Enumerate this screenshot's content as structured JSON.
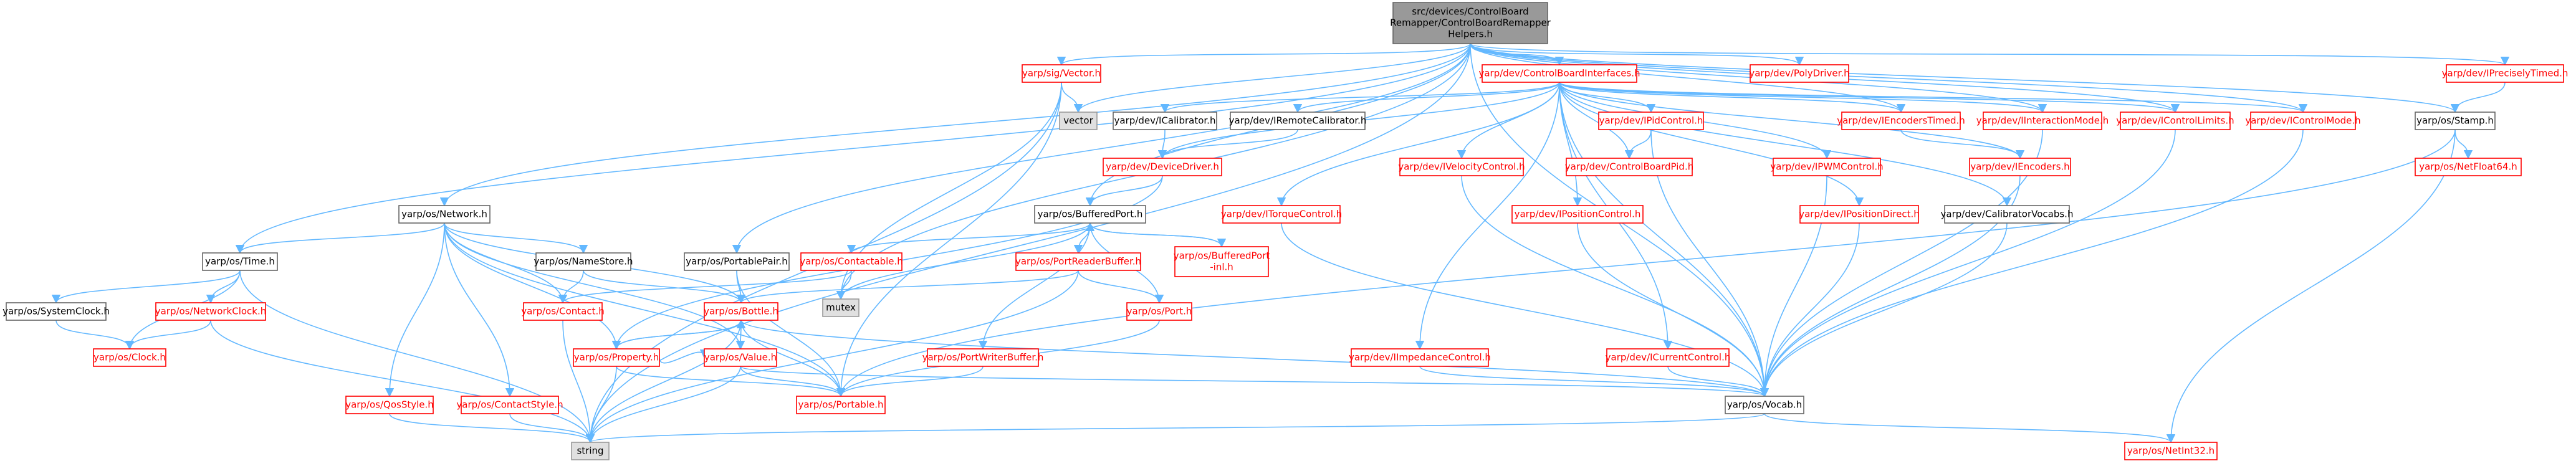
{
  "diagram": {
    "colors": {
      "edge": "#63b8ff",
      "edge_dark": "#9a32cd",
      "root_fill": "#999999",
      "root_border": "#666666",
      "red_border": "#ff0000",
      "gray_border": "#666666",
      "system_fill": "#e0e0e0",
      "text_red": "#ff0000",
      "text_default": "#000000"
    },
    "nodes": [
      {
        "id": "root",
        "label": "src/devices/controlBoardRemapper/ControlBoardRemapperHelpers.h",
        "lines": [
          "src/devices/ControlBoard",
          "Remapper/ControlBoardRemapper",
          "Helpers.h"
        ],
        "kind": "root"
      },
      {
        "id": "sig_vector",
        "label": "yarp/sig/Vector.h",
        "kind": "red"
      },
      {
        "id": "vector",
        "label": "vector",
        "kind": "system"
      },
      {
        "id": "cbi",
        "label": "yarp/dev/ControlBoardInterfaces.h",
        "kind": "red"
      },
      {
        "id": "polydriver",
        "label": "yarp/dev/PolyDriver.h",
        "kind": "red"
      },
      {
        "id": "iprecisely",
        "label": "yarp/dev/IPreciselyTimed.h",
        "kind": "red"
      },
      {
        "id": "icalibrator",
        "label": "yarp/dev/ICalibrator.h",
        "kind": "gray"
      },
      {
        "id": "iremotecal",
        "label": "yarp/dev/IRemoteCalibrator.h",
        "kind": "gray"
      },
      {
        "id": "iencoderstimed",
        "label": "yarp/dev/IEncodersTimed.h",
        "kind": "red"
      },
      {
        "id": "iinteraction",
        "label": "yarp/dev/IInteractionMode.h",
        "kind": "red"
      },
      {
        "id": "icontrollimits",
        "label": "yarp/dev/IControlLimits.h",
        "kind": "red"
      },
      {
        "id": "icontrolmode",
        "label": "yarp/dev/IControlMode.h",
        "kind": "red"
      },
      {
        "id": "stamp",
        "label": "yarp/os/Stamp.h",
        "kind": "gray"
      },
      {
        "id": "ipidcontrol",
        "label": "yarp/dev/IPidControl.h",
        "kind": "red"
      },
      {
        "id": "devicedriver",
        "label": "yarp/dev/DeviceDriver.h",
        "kind": "red"
      },
      {
        "id": "ivelocity",
        "label": "yarp/dev/IVelocityControl.h",
        "kind": "red"
      },
      {
        "id": "cbpid",
        "label": "yarp/dev/ControlBoardPid.h",
        "kind": "red"
      },
      {
        "id": "ipwm",
        "label": "yarp/dev/IPWMControl.h",
        "kind": "red"
      },
      {
        "id": "iencoders",
        "label": "yarp/dev/IEncoders.h",
        "kind": "red"
      },
      {
        "id": "netfloat64",
        "label": "yarp/os/NetFloat64.h",
        "kind": "red"
      },
      {
        "id": "network",
        "label": "yarp/os/Network.h",
        "kind": "gray"
      },
      {
        "id": "bufferedport",
        "label": "yarp/os/BufferedPort.h",
        "kind": "gray"
      },
      {
        "id": "itorque",
        "label": "yarp/dev/ITorqueControl.h",
        "kind": "red"
      },
      {
        "id": "ipositioncontrol",
        "label": "yarp/dev/IPositionControl.h",
        "kind": "red"
      },
      {
        "id": "ipositiondirect",
        "label": "yarp/dev/IPositionDirect.h",
        "kind": "red"
      },
      {
        "id": "calibratorvocabs",
        "label": "yarp/dev/CalibratorVocabs.h",
        "kind": "gray"
      },
      {
        "id": "time",
        "label": "yarp/os/Time.h",
        "kind": "gray"
      },
      {
        "id": "namestore",
        "label": "yarp/os/NameStore.h",
        "kind": "gray"
      },
      {
        "id": "portablepair",
        "label": "yarp/os/PortablePair.h",
        "kind": "gray"
      },
      {
        "id": "contactable",
        "label": "yarp/os/Contactable.h",
        "kind": "red"
      },
      {
        "id": "portreaderbuffer",
        "label": "yarp/os/PortReaderBuffer.h",
        "kind": "red"
      },
      {
        "id": "bufferedportinl",
        "label": "yarp/os/BufferedPort-inl.h",
        "lines": [
          "yarp/os/BufferedPort",
          "-inl.h"
        ],
        "kind": "red"
      },
      {
        "id": "mutex",
        "label": "mutex",
        "kind": "system"
      },
      {
        "id": "systemclock",
        "label": "yarp/os/SystemClock.h",
        "kind": "gray"
      },
      {
        "id": "networkclock",
        "label": "yarp/os/NetworkClock.h",
        "kind": "red"
      },
      {
        "id": "contact",
        "label": "yarp/os/Contact.h",
        "kind": "red"
      },
      {
        "id": "bottle",
        "label": "yarp/os/Bottle.h",
        "kind": "red"
      },
      {
        "id": "port",
        "label": "yarp/os/Port.h",
        "kind": "red"
      },
      {
        "id": "clock",
        "label": "yarp/os/Clock.h",
        "kind": "red"
      },
      {
        "id": "property",
        "label": "yarp/os/Property.h",
        "kind": "red"
      },
      {
        "id": "value",
        "label": "yarp/os/Value.h",
        "kind": "red"
      },
      {
        "id": "portwriterbuffer",
        "label": "yarp/os/PortWriterBuffer.h",
        "kind": "red"
      },
      {
        "id": "iimpedance",
        "label": "yarp/dev/IImpedanceControl.h",
        "kind": "red"
      },
      {
        "id": "icurrent",
        "label": "yarp/dev/ICurrentControl.h",
        "kind": "red"
      },
      {
        "id": "qosstyle",
        "label": "yarp/os/QosStyle.h",
        "kind": "red"
      },
      {
        "id": "contactstyle",
        "label": "yarp/os/ContactStyle.h",
        "kind": "red"
      },
      {
        "id": "portable",
        "label": "yarp/os/Portable.h",
        "kind": "red"
      },
      {
        "id": "vocab",
        "label": "yarp/os/Vocab.h",
        "kind": "gray"
      },
      {
        "id": "string",
        "label": "string",
        "kind": "system"
      },
      {
        "id": "netint32",
        "label": "yarp/os/NetInt32.h",
        "kind": "red"
      }
    ],
    "edges": [
      [
        "root",
        "sig_vector"
      ],
      [
        "root",
        "vector"
      ],
      [
        "root",
        "cbi"
      ],
      [
        "root",
        "polydriver"
      ],
      [
        "root",
        "iprecisely"
      ],
      [
        "root",
        "network"
      ],
      [
        "root",
        "time"
      ],
      [
        "root",
        "string"
      ],
      [
        "root",
        "mutex"
      ],
      [
        "root",
        "bufferedport"
      ],
      [
        "root",
        "portablepair"
      ],
      [
        "root",
        "vocab"
      ],
      [
        "root",
        "stamp"
      ],
      [
        "root",
        "iencoderstimed"
      ],
      [
        "root",
        "iinteraction"
      ],
      [
        "root",
        "icontrollimits"
      ],
      [
        "root",
        "icontrolmode"
      ],
      [
        "sig_vector",
        "vector"
      ],
      [
        "sig_vector",
        "portable"
      ],
      [
        "sig_vector",
        "string"
      ],
      [
        "sig_vector",
        "mutex"
      ],
      [
        "cbi",
        "icalibrator"
      ],
      [
        "cbi",
        "iremotecal"
      ],
      [
        "cbi",
        "iencoderstimed"
      ],
      [
        "cbi",
        "iinteraction"
      ],
      [
        "cbi",
        "icontrollimits"
      ],
      [
        "cbi",
        "icontrolmode"
      ],
      [
        "cbi",
        "ipidcontrol"
      ],
      [
        "cbi",
        "ivelocity"
      ],
      [
        "cbi",
        "cbpid"
      ],
      [
        "cbi",
        "ipwm"
      ],
      [
        "cbi",
        "iencoders"
      ],
      [
        "cbi",
        "itorque"
      ],
      [
        "cbi",
        "ipositioncontrol"
      ],
      [
        "cbi",
        "ipositiondirect"
      ],
      [
        "cbi",
        "calibratorvocabs"
      ],
      [
        "cbi",
        "iimpedance"
      ],
      [
        "cbi",
        "icurrent"
      ],
      [
        "cbi",
        "devicedriver"
      ],
      [
        "cbi",
        "vocab"
      ],
      [
        "iprecisely",
        "stamp"
      ],
      [
        "stamp",
        "netfloat64"
      ],
      [
        "stamp",
        "netint32"
      ],
      [
        "stamp",
        "portable"
      ],
      [
        "icalibrator",
        "devicedriver"
      ],
      [
        "iremotecal",
        "devicedriver"
      ],
      [
        "devicedriver",
        "bufferedport"
      ],
      [
        "devicedriver",
        "property"
      ],
      [
        "iencoderstimed",
        "iencoders"
      ],
      [
        "iinteraction",
        "vocab"
      ],
      [
        "icontrollimits",
        "vocab"
      ],
      [
        "icontrolmode",
        "vocab"
      ],
      [
        "ipidcontrol",
        "cbpid"
      ],
      [
        "ipidcontrol",
        "vocab"
      ],
      [
        "ivelocity",
        "vocab"
      ],
      [
        "ipwm",
        "vocab"
      ],
      [
        "iencoders",
        "vocab"
      ],
      [
        "itorque",
        "vocab"
      ],
      [
        "ipositioncontrol",
        "vocab"
      ],
      [
        "ipositiondirect",
        "vocab"
      ],
      [
        "calibratorvocabs",
        "vocab"
      ],
      [
        "iimpedance",
        "vocab"
      ],
      [
        "icurrent",
        "vocab"
      ],
      [
        "network",
        "time"
      ],
      [
        "network",
        "namestore"
      ],
      [
        "network",
        "contact"
      ],
      [
        "network",
        "property"
      ],
      [
        "network",
        "value"
      ],
      [
        "network",
        "portable"
      ],
      [
        "network",
        "qosstyle"
      ],
      [
        "network",
        "contactstyle"
      ],
      [
        "network",
        "bottle"
      ],
      [
        "time",
        "systemclock"
      ],
      [
        "time",
        "networkclock"
      ],
      [
        "time",
        "clock"
      ],
      [
        "time",
        "string"
      ],
      [
        "systemclock",
        "clock"
      ],
      [
        "networkclock",
        "clock"
      ],
      [
        "networkclock",
        "string"
      ],
      [
        "namestore",
        "contact"
      ],
      [
        "namestore",
        "bottle"
      ],
      [
        "portablepair",
        "bottle"
      ],
      [
        "portablepair",
        "portable"
      ],
      [
        "bufferedport",
        "contactable"
      ],
      [
        "bufferedport",
        "portreaderbuffer"
      ],
      [
        "bufferedport",
        "bufferedportinl"
      ],
      [
        "bufferedport",
        "port"
      ],
      [
        "bufferedport",
        "portwriterbuffer"
      ],
      [
        "bufferedport",
        "mutex"
      ],
      [
        "contactable",
        "contact"
      ],
      [
        "contactable",
        "mutex"
      ],
      [
        "portreaderbuffer",
        "bottle"
      ],
      [
        "portreaderbuffer",
        "port"
      ],
      [
        "portreaderbuffer",
        "string"
      ],
      [
        "bufferedportinl",
        "bufferedport"
      ],
      [
        "contact",
        "string"
      ],
      [
        "bottle",
        "property"
      ],
      [
        "bottle",
        "value"
      ],
      [
        "bottle",
        "portable"
      ],
      [
        "bottle",
        "vocab"
      ],
      [
        "bottle",
        "string"
      ],
      [
        "port",
        "portable"
      ],
      [
        "property",
        "bottle"
      ],
      [
        "property",
        "portable"
      ],
      [
        "property",
        "string"
      ],
      [
        "property",
        "value"
      ],
      [
        "value",
        "bottle"
      ],
      [
        "value",
        "portable"
      ],
      [
        "value",
        "vocab"
      ],
      [
        "value",
        "string"
      ],
      [
        "portwriterbuffer",
        "portable"
      ],
      [
        "qosstyle",
        "string"
      ],
      [
        "contactstyle",
        "string"
      ],
      [
        "vocab",
        "string"
      ],
      [
        "vocab",
        "netint32"
      ]
    ]
  }
}
